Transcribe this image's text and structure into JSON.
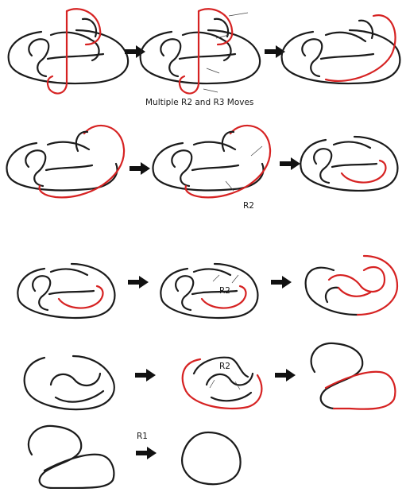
{
  "colors": {
    "black": "#1b1b1b",
    "red": "#d62222",
    "arrow": "#111111"
  },
  "labels": {
    "row1_caption": "Multiple R2 and R3 Moves",
    "row2_move": "R2",
    "row3_move": "R2",
    "row4_move": "R2",
    "row5_move": "R1"
  }
}
